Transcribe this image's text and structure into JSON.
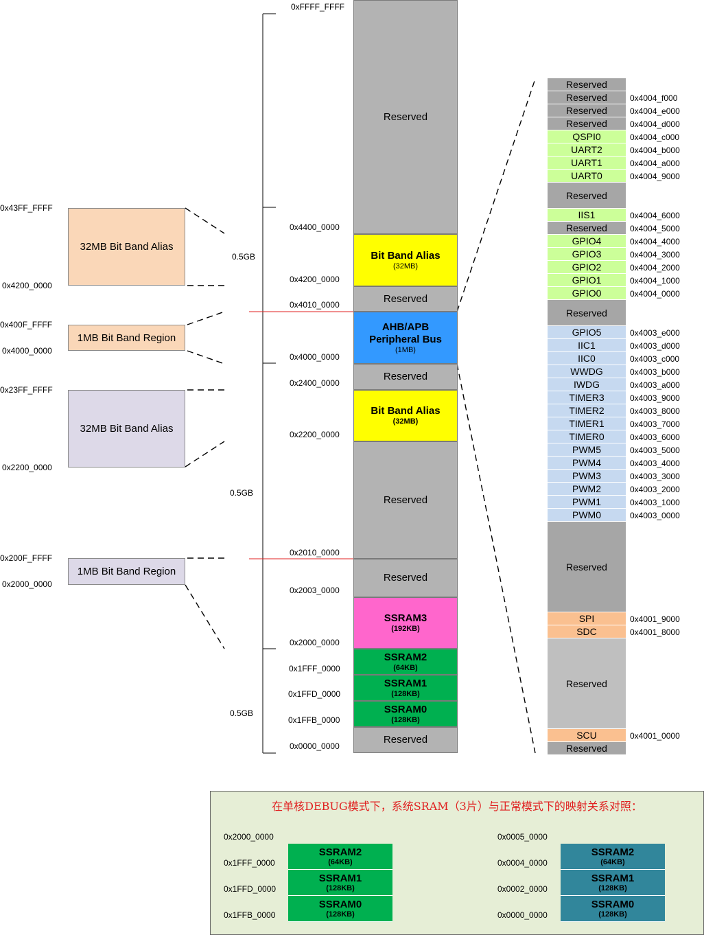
{
  "map": {
    "addresses": {
      "a_ffff_ffff": "0xFFFF_FFFF",
      "a_4400_0000": "0x4400_0000",
      "a_4200_0000": "0x4200_0000",
      "a_4010_0000": "0x4010_0000",
      "a_4000_0000": "0x4000_0000",
      "a_2400_0000": "0x2400_0000",
      "a_2200_0000": "0x2200_0000",
      "a_2010_0000": "0x2010_0000",
      "a_2003_0000": "0x2003_0000",
      "a_2000_0000": "0x2000_0000",
      "a_1fff_0000": "0x1FFF_0000",
      "a_1ffd_0000": "0x1FFD_0000",
      "a_1ffb_0000": "0x1FFB_0000",
      "a_0000_0000": "0x0000_0000"
    },
    "blocks": {
      "reserved_top": "Reserved",
      "bitband_alias_hi": "Bit Band Alias",
      "bitband_alias_hi_size": "(32MB)",
      "reserved_4200": "Reserved",
      "ahb_apb": "AHB/APB",
      "peripheral_bus": "Peripheral Bus",
      "ahb_size": "(1MB)",
      "reserved_2400": "Reserved",
      "bitband_alias_lo": "Bit Band Alias",
      "bitband_alias_lo_size": "(32MB)",
      "reserved_2200": "Reserved",
      "reserved_2010": "Reserved",
      "ssram3": "SSRAM3",
      "ssram3_size": "(192KB)",
      "ssram2": "SSRAM2",
      "ssram2_size": "(64KB)",
      "ssram1": "SSRAM1",
      "ssram1_size": "(128KB)",
      "ssram0": "SSRAM0",
      "ssram0_size": "(128KB)",
      "reserved_bottom": "Reserved"
    },
    "brackets": {
      "upper": "0.5GB",
      "middle": "0.5GB",
      "lower": "0.5GB"
    }
  },
  "side": {
    "alias_hi": {
      "label": "32MB Bit Band Alias",
      "top": "0x43FF_FFFF",
      "bottom": "0x4200_0000"
    },
    "region_hi": {
      "label": "1MB Bit Band Region",
      "top": "0x400F_FFFF",
      "bottom": "0x4000_0000"
    },
    "alias_lo": {
      "label": "32MB Bit Band Alias",
      "top": "0x23FF_FFFF",
      "bottom": "0x2200_0000"
    },
    "region_lo": {
      "label": "1MB Bit Band Region",
      "top": "0x200F_FFFF",
      "bottom": "0x2000_0000"
    }
  },
  "peripherals": [
    {
      "name": "Reserved",
      "addr": "",
      "color": "#a6a6a6"
    },
    {
      "name": "Reserved",
      "addr": "0x4004_f000",
      "color": "#a6a6a6"
    },
    {
      "name": "Reserved",
      "addr": "0x4004_e000",
      "color": "#a6a6a6"
    },
    {
      "name": "Reserved",
      "addr": "0x4004_d000",
      "color": "#a6a6a6"
    },
    {
      "name": "QSPI0",
      "addr": "0x4004_c000",
      "color": "#ccff99"
    },
    {
      "name": "UART2",
      "addr": "0x4004_b000",
      "color": "#ccff99"
    },
    {
      "name": "UART1",
      "addr": "0x4004_a000",
      "color": "#ccff99"
    },
    {
      "name": "UART0",
      "addr": "0x4004_9000",
      "color": "#ccff99"
    },
    {
      "name": "Reserved",
      "addr": "",
      "color": "#a6a6a6"
    },
    {
      "name": "IIS1",
      "addr": "0x4004_6000",
      "color": "#ccff99"
    },
    {
      "name": "Reserved",
      "addr": "0x4004_5000",
      "color": "#a6a6a6"
    },
    {
      "name": "GPIO4",
      "addr": "0x4004_4000",
      "color": "#ccff99"
    },
    {
      "name": "GPIO3",
      "addr": "0x4004_3000",
      "color": "#ccff99"
    },
    {
      "name": "GPIO2",
      "addr": "0x4004_2000",
      "color": "#ccff99"
    },
    {
      "name": "GPIO1",
      "addr": "0x4004_1000",
      "color": "#ccff99"
    },
    {
      "name": "GPIO0",
      "addr": "0x4004_0000",
      "color": "#ccff99"
    },
    {
      "name": "Reserved",
      "addr": "",
      "color": "#a6a6a6"
    },
    {
      "name": "GPIO5",
      "addr": "0x4003_e000",
      "color": "#c6d9f0"
    },
    {
      "name": "IIC1",
      "addr": "0x4003_d000",
      "color": "#c6d9f0"
    },
    {
      "name": "IIC0",
      "addr": "0x4003_c000",
      "color": "#c6d9f0"
    },
    {
      "name": "WWDG",
      "addr": "0x4003_b000",
      "color": "#c6d9f0"
    },
    {
      "name": "IWDG",
      "addr": "0x4003_a000",
      "color": "#c6d9f0"
    },
    {
      "name": "TIMER3",
      "addr": "0x4003_9000",
      "color": "#c6d9f0"
    },
    {
      "name": "TIMER2",
      "addr": "0x4003_8000",
      "color": "#c6d9f0"
    },
    {
      "name": "TIMER1",
      "addr": "0x4003_7000",
      "color": "#c6d9f0"
    },
    {
      "name": "TIMER0",
      "addr": "0x4003_6000",
      "color": "#c6d9f0"
    },
    {
      "name": "PWM5",
      "addr": "0x4003_5000",
      "color": "#c6d9f0"
    },
    {
      "name": "PWM4",
      "addr": "0x4003_4000",
      "color": "#c6d9f0"
    },
    {
      "name": "PWM3",
      "addr": "0x4003_3000",
      "color": "#c6d9f0"
    },
    {
      "name": "PWM2",
      "addr": "0x4003_2000",
      "color": "#c6d9f0"
    },
    {
      "name": "PWM1",
      "addr": "0x4003_1000",
      "color": "#c6d9f0"
    },
    {
      "name": "PWM0",
      "addr": "0x4003_0000",
      "color": "#c6d9f0"
    },
    {
      "name": "Reserved",
      "addr": "",
      "color": "#a6a6a6"
    },
    {
      "name": "SPI",
      "addr": "0x4001_9000",
      "color": "#fac090"
    },
    {
      "name": "SDC",
      "addr": "0x4001_8000",
      "color": "#fac090"
    },
    {
      "name": "Reserved",
      "addr": "",
      "color": "#bfbfbf"
    },
    {
      "name": "SCU",
      "addr": "0x4001_0000",
      "color": "#fac090"
    },
    {
      "name": "Reserved",
      "addr": "",
      "color": "#a6a6a6"
    }
  ],
  "note": {
    "title": "在单核DEBUG模式下，系统SRAM（3片）与正常模式下的映射关系对照：",
    "left_addrs": [
      "0x2000_0000",
      "0x1FFF_0000",
      "0x1FFD_0000",
      "0x1FFB_0000"
    ],
    "right_addrs": [
      "0x0005_0000",
      "0x0004_0000",
      "0x0002_0000",
      "0x0000_0000"
    ],
    "blocks": [
      {
        "name": "SSRAM2",
        "size": "(64KB)"
      },
      {
        "name": "SSRAM1",
        "size": "(128KB)"
      },
      {
        "name": "SSRAM0",
        "size": "(128KB)"
      }
    ],
    "left_color": "#00b050",
    "right_color": "#31869b"
  },
  "colors": {
    "reserved": "#b3b3b3",
    "bitband_alias": "#ffff00",
    "peripheral_bus": "#3399ff",
    "ssram3": "#ff66cc",
    "ssram_green": "#00b050",
    "alias_hi_side": "#fad7b8",
    "alias_lo_side": "#ddd9e8",
    "red_line": "#e02020"
  }
}
